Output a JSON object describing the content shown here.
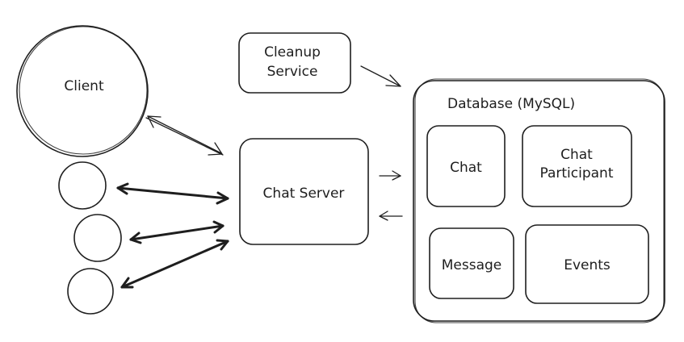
{
  "labels": {
    "client": "Client",
    "cleanup_service_line1": "Cleanup",
    "cleanup_service_line2": "Service",
    "chat_server": "Chat Server",
    "database": "Database (MySQL)",
    "chat_table": "Chat",
    "chat_participant_line1": "Chat",
    "chat_participant_line2": "Participant",
    "message_table": "Message",
    "events_table": "Events"
  }
}
